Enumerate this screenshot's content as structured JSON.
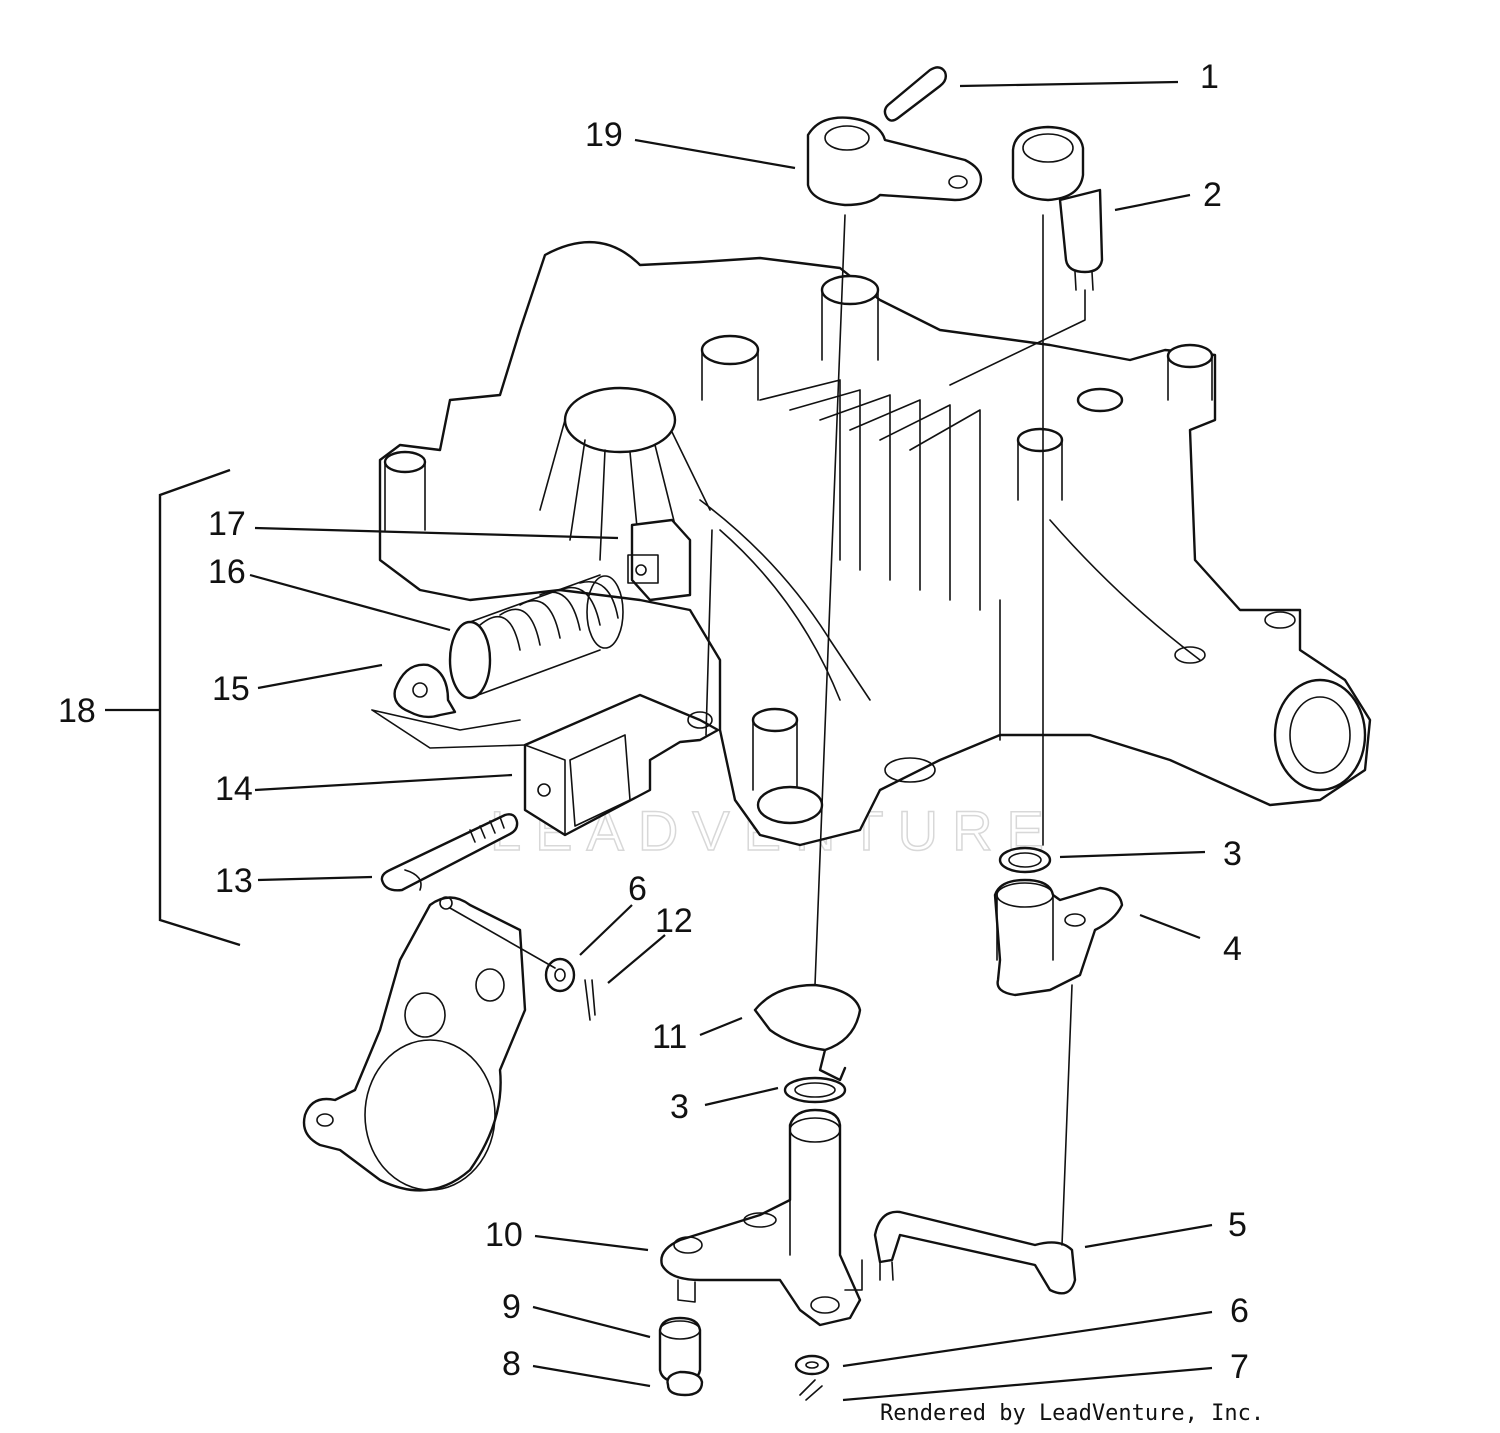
{
  "diagram": {
    "callouts": [
      {
        "id": "c1",
        "text": "1"
      },
      {
        "id": "c2",
        "text": "2"
      },
      {
        "id": "c3a",
        "text": "3"
      },
      {
        "id": "c3b",
        "text": "3"
      },
      {
        "id": "c4",
        "text": "4"
      },
      {
        "id": "c5",
        "text": "5"
      },
      {
        "id": "c6a",
        "text": "6"
      },
      {
        "id": "c6b",
        "text": "6"
      },
      {
        "id": "c7",
        "text": "7"
      },
      {
        "id": "c8",
        "text": "8"
      },
      {
        "id": "c9",
        "text": "9"
      },
      {
        "id": "c10",
        "text": "10"
      },
      {
        "id": "c11",
        "text": "11"
      },
      {
        "id": "c12",
        "text": "12"
      },
      {
        "id": "c13",
        "text": "13"
      },
      {
        "id": "c14",
        "text": "14"
      },
      {
        "id": "c15",
        "text": "15"
      },
      {
        "id": "c16",
        "text": "16"
      },
      {
        "id": "c17",
        "text": "17"
      },
      {
        "id": "c18",
        "text": "18"
      },
      {
        "id": "c19",
        "text": "19"
      }
    ],
    "watermark": "LEADVENTURE",
    "credit": "Rendered by LeadVenture, Inc."
  }
}
